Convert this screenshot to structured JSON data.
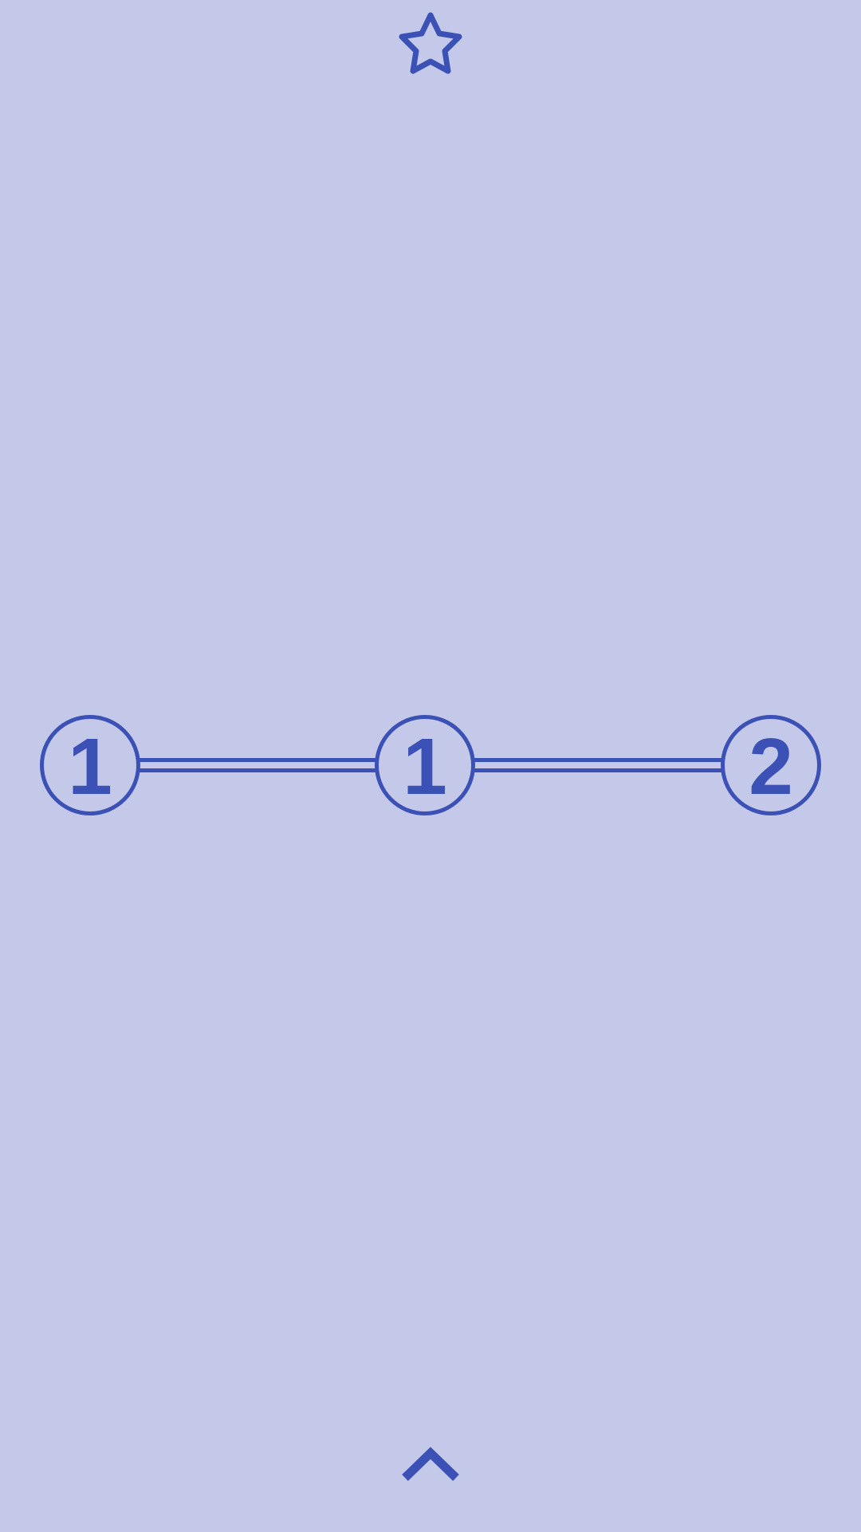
{
  "colors": {
    "background": "#c5c9e9",
    "accent": "#3c51b5"
  },
  "toolbar": {
    "star_icon": "star-outline-icon"
  },
  "puzzle": {
    "islands": [
      {
        "label": "1"
      },
      {
        "label": "1"
      },
      {
        "label": "2"
      }
    ],
    "bridges": [
      {
        "from": 0,
        "to": 1,
        "count": 2
      },
      {
        "from": 1,
        "to": 2,
        "count": 2
      }
    ]
  },
  "footer": {
    "expand_icon": "chevron-up-icon"
  }
}
